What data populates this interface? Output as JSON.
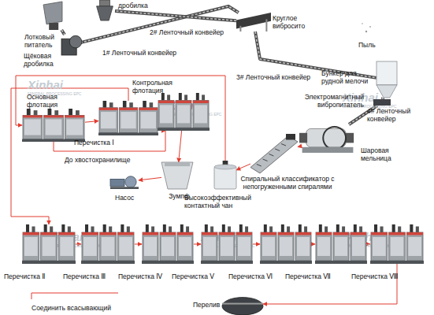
{
  "diagram": {
    "nodes": [
      {
        "text": [
          "Лотковый питатель"
        ]
      },
      {
        "text": [
          "дробилка"
        ]
      },
      {
        "text": [
          "Щёковая дробилка"
        ]
      },
      {
        "text": [
          "Круглое вибросито"
        ]
      },
      {
        "text": [
          "Бункер для рудной мелочи"
        ]
      },
      {
        "text": [
          "Электромагнитный вибропитатель"
        ]
      },
      {
        "text": [
          "Шаровая мельница"
        ]
      },
      {
        "text": [
          "Спиральный классификатор с непогруженными спиралями"
        ]
      },
      {
        "text": [
          "Высокоэффективный контактный чан"
        ]
      },
      {
        "text": [
          "Контрольная флотация"
        ]
      },
      {
        "text": [
          "Основная флотация"
        ]
      },
      {
        "text": [
          "Перечистка Ⅰ"
        ]
      },
      {
        "text": [
          "Зумпф"
        ]
      },
      {
        "text": [
          "Насос"
        ]
      },
      {
        "text": [
          "Перечистка Ⅱ"
        ]
      },
      {
        "text": [
          "Перечистка Ⅲ"
        ]
      },
      {
        "text": [
          "Перечистка Ⅳ"
        ]
      },
      {
        "text": [
          "Перечистка Ⅴ"
        ]
      },
      {
        "text": [
          "Перечистка Ⅵ"
        ]
      },
      {
        "text": [
          "Перечистка Ⅶ"
        ]
      },
      {
        "text": [
          "Перечистка Ⅷ"
        ]
      },
      {
        "text": [
          "Перелив"
        ]
      }
    ],
    "edges": [
      {
        "from": 0,
        "to": 2,
        "arrow": "none"
      },
      {
        "from": 2,
        "to": 3,
        "arrow": "none",
        "label": "1# Ленточный конвейер"
      },
      {
        "from": 3,
        "to": 1,
        "arrow": "none",
        "label": "2# Ленточный конвейер"
      },
      {
        "from": 3,
        "to": 4,
        "arrow": "none",
        "label": "3# Ленточный конвейер"
      },
      {
        "from": 4,
        "to": 5,
        "arrow": "none"
      },
      {
        "from": 5,
        "to": 6,
        "arrow": "none",
        "label": "4# Ленточный конвейер"
      },
      {
        "from": 6,
        "to": 7,
        "arrow": "to"
      },
      {
        "from": 7,
        "to": 8,
        "arrow": "to"
      },
      {
        "from": 8,
        "to": 10,
        "arrow": "to"
      },
      {
        "from": 10,
        "to": 9,
        "arrow": "to"
      },
      {
        "from": 10,
        "to": 11,
        "arrow": "to"
      },
      {
        "from": 11,
        "to": 14,
        "arrow": "to"
      },
      {
        "from": 14,
        "to": 15,
        "arrow": "to"
      },
      {
        "from": 15,
        "to": 16,
        "arrow": "to"
      },
      {
        "from": 16,
        "to": 17,
        "arrow": "to"
      },
      {
        "from": 17,
        "to": 18,
        "arrow": "to"
      },
      {
        "from": 18,
        "to": 19,
        "arrow": "to"
      },
      {
        "from": 19,
        "to": 20,
        "arrow": "to"
      },
      {
        "from": 20,
        "to": 21,
        "arrow": "to"
      },
      {
        "from": 9,
        "to": 12,
        "arrow": "to"
      },
      {
        "from": 12,
        "to": 13,
        "arrow": "to"
      }
    ],
    "labels": [
      "Пыль",
      "До хвостохранилище",
      "Соединить всасывающий",
      "Xinhai",
      "MINERAL PROCESSING EPC",
      "Xinhai",
      "MINERAL PROCESSING EPC",
      "Xinhai",
      "MINERAL PROCESSING EPC",
      "Xinhai",
      "MINERAL PROCESSING EPC",
      "Xinhai",
      "MINERAL PROCESSING EPC",
      "Xinhai",
      "MINERAL PROCESSING EPC"
    ]
  }
}
